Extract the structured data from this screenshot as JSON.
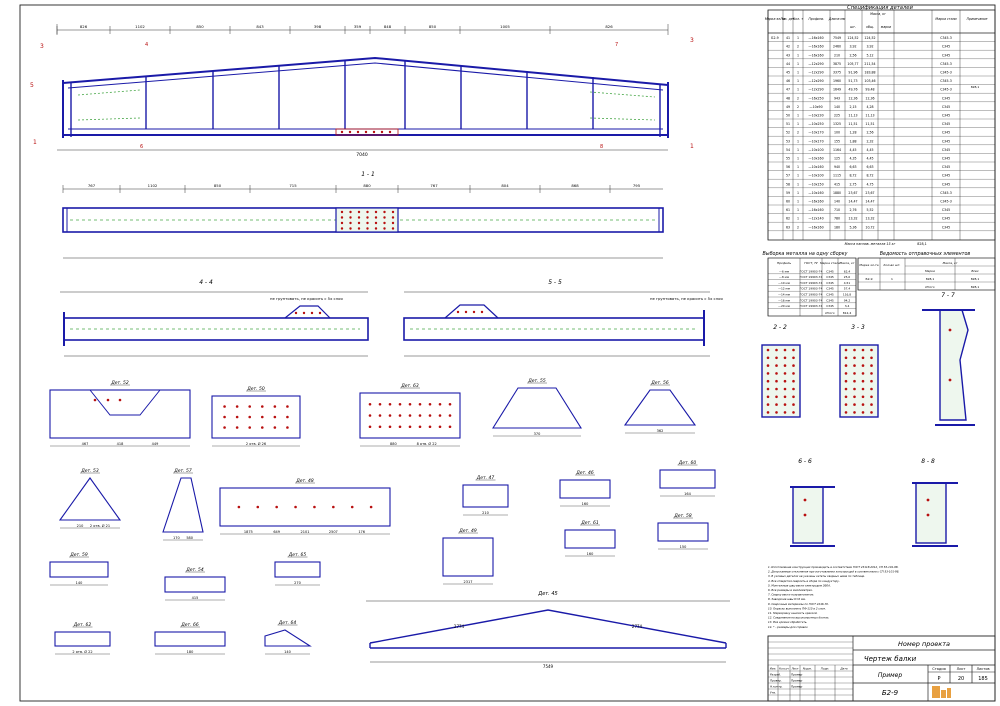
{
  "title_block": {
    "project": "Номер проекта",
    "drawing_name": "Чертеж балки",
    "example": "Пример",
    "mark": "Б2-9",
    "stage_label": "Стадия",
    "sheet_label": "Лист",
    "sheets_label": "Листов",
    "stage": "Р",
    "sheet": "20",
    "sheets": "185",
    "rows": [
      "Разраб.",
      "Провер.",
      "Н.контр.",
      "Утв."
    ],
    "cols": [
      "Изм.",
      "Кол.уч",
      "Лист",
      "№док.",
      "Подп.",
      "Дата"
    ],
    "row_tags": [
      "Пример",
      "Пример",
      "Пример",
      ""
    ]
  },
  "spec": {
    "title": "Спецификация деталей",
    "headers": [
      "Марка эл-та",
      "Поз. дет.",
      "Кол. т",
      "Профиль",
      "Длина мм",
      "Масса, кг",
      "шт.",
      "общ.",
      "марки",
      "Марка стали",
      "Примечание"
    ],
    "rows": [
      [
        "Б2-9",
        "41",
        "1",
        "—16х160",
        "7549",
        "124,52",
        "124,52",
        "",
        "С345-3"
      ],
      [
        "",
        "42",
        "2",
        "—16х160",
        "2460",
        "3,92",
        "3,92",
        "",
        "С345"
      ],
      [
        "",
        "43",
        "1",
        "—16х160",
        "210",
        "2,56",
        "5,12",
        "",
        "С345"
      ],
      [
        "",
        "44",
        "1",
        "—12х290",
        "3875",
        "105,77",
        "211,54",
        "",
        "С345-3"
      ],
      [
        "",
        "45",
        "1",
        "—12х290",
        "3375",
        "91,96",
        "183,88",
        "",
        "С345-3"
      ],
      [
        "",
        "46",
        "1",
        "—12х290",
        "1960",
        "51,73",
        "103,46",
        "",
        "С345-3"
      ],
      [
        "",
        "47",
        "1",
        "—12х290",
        "1649",
        "49,76",
        "99,48",
        "",
        "С345-3"
      ],
      [
        "",
        "48",
        "2",
        "—16х250",
        "943",
        "12,36",
        "12,36",
        "",
        "С345"
      ],
      [
        "",
        "49",
        "2",
        "—10х90",
        "140",
        "2,15",
        "4,28",
        "",
        "С345"
      ],
      [
        "",
        "50",
        "1",
        "—10х230",
        "225",
        "11,13",
        "11,13",
        "",
        "С345"
      ],
      [
        "",
        "51",
        "1",
        "—10х250",
        "1325",
        "11,51",
        "11,51",
        "",
        "С345"
      ],
      [
        "",
        "52",
        "2",
        "—10х170",
        "100",
        "1,28",
        "2,56",
        "",
        "С345"
      ],
      [
        "",
        "53",
        "1",
        "—10х170",
        "155",
        "1,88",
        "2,32",
        "",
        "С345"
      ],
      [
        "",
        "54",
        "1",
        "—10х100",
        "1164",
        "4,45",
        "4,45",
        "",
        "С345"
      ],
      [
        "",
        "55",
        "1",
        "—10х160",
        "125",
        "4,35",
        "4,45",
        "",
        "С345"
      ],
      [
        "",
        "56",
        "1",
        "—10х160",
        "940",
        "6,63",
        "6,63",
        "",
        "С345"
      ],
      [
        "",
        "57",
        "1",
        "—10х100",
        "1115",
        "8,72",
        "8,72",
        "",
        "С345"
      ],
      [
        "",
        "58",
        "1",
        "—10х150",
        "415",
        "2,75",
        "4,75",
        "",
        "С345"
      ],
      [
        "",
        "59",
        "1",
        "—10х160",
        "1880",
        "23,67",
        "23,67",
        "",
        "С345-3"
      ],
      [
        "",
        "60",
        "1",
        "—16х160",
        "140",
        "14,47",
        "14,47",
        "",
        "С345-3"
      ],
      [
        "",
        "61",
        "1",
        "—16х160",
        "710",
        "2,76",
        "5,52",
        "",
        "С345"
      ],
      [
        "",
        "62",
        "1",
        "—12х140",
        "780",
        "13,32",
        "13,32",
        "",
        "С345"
      ],
      [
        "",
        "63",
        "2",
        "—16х160",
        "180",
        "5,36",
        "10,72",
        "",
        "С345"
      ]
    ],
    "note_right": "828,1",
    "footer": "Масса наплав. металла 15 кг",
    "footer_value": "828,1"
  },
  "weld_table": {
    "title": "Выборка металла на одну сборку",
    "headers": [
      "Профиль",
      "ГОСТ, ТУ",
      "Марка стали",
      "Масса, кг"
    ],
    "rows": [
      [
        "—6 мм",
        "ГОСТ 19903-74",
        "С345",
        "62,4"
      ],
      [
        "—8 мм",
        "ГОСТ 19903-74",
        "С345",
        "25,0"
      ],
      [
        "—10 мм",
        "ГОСТ 19903-74",
        "С345",
        "4,51"
      ],
      [
        "—12 мм",
        "ГОСТ 19903-74",
        "С345",
        "57,4"
      ],
      [
        "—14 мм",
        "ГОСТ 19903-74",
        "С345",
        "116,8"
      ],
      [
        "—16 мм",
        "ГОСТ 19903-74",
        "С345",
        "94,2"
      ],
      [
        "—20 мм",
        "ГОСТ 19903-74",
        "С345",
        "3,4"
      ]
    ],
    "total_label": "Итого",
    "total": "812,4"
  },
  "shipping": {
    "title": "Ведомость отправочных элементов",
    "headers": [
      "Марка эл-та",
      "Кол-во шт.",
      "Масса, кг",
      "Марки",
      "Всех"
    ],
    "rows": [
      [
        "Б2-9",
        "1",
        "828,1",
        "828,1"
      ]
    ],
    "total_label": "Итого",
    "total": "828,1"
  },
  "views": {
    "section_1_1": "1 - 1",
    "section_2_2": "2 - 2",
    "section_3_3": "3 - 3",
    "section_4_4": "4 - 4",
    "section_5_5": "5 - 5",
    "section_6_6": "6 - 6",
    "section_7_7": "7 - 7",
    "section_8_8": "8 - 8",
    "weld_note": "не грунтовать, не красить с 5х слоя",
    "main_span": "7040",
    "top_dims": [
      "826",
      "1102",
      "850",
      "843",
      "398",
      "359",
      "848",
      "850",
      "1005",
      "826"
    ],
    "elev_dims": [
      "767",
      "1102",
      "850",
      "715",
      "880",
      "767",
      "804",
      "868",
      "795"
    ]
  },
  "details": [
    {
      "label": "Дет. 52",
      "dims": [
        "467",
        "418",
        "449"
      ]
    },
    {
      "label": "Дет. 50",
      "dims": [
        "2 отв. Ø 26"
      ]
    },
    {
      "label": "Дет. 63",
      "dims": [
        "880",
        "8 отв. Ø 22"
      ]
    },
    {
      "label": "Дет. 55",
      "dims": [
        "370"
      ]
    },
    {
      "label": "Дет. 56",
      "dims": [
        "362"
      ]
    },
    {
      "label": "Дет. 53",
      "dims": [
        "210",
        "2 отв. Ø 21"
      ]
    },
    {
      "label": "Дет. 57",
      "dims": [
        "170",
        "580"
      ]
    },
    {
      "label": "Дет. 48",
      "dims": [
        "1875",
        "649",
        "2101",
        "2507",
        "176"
      ]
    },
    {
      "label": "Дет. 47",
      "dims": [
        "210"
      ]
    },
    {
      "label": "Дет. 46",
      "dims": [
        "160"
      ]
    },
    {
      "label": "Дет. 60",
      "dims": [
        "164"
      ]
    },
    {
      "label": "Дет. 58",
      "dims": [
        "150"
      ]
    },
    {
      "label": "Дет. 61",
      "dims": [
        "160"
      ]
    },
    {
      "label": "Дет. 49",
      "dims": [
        "2317"
      ]
    },
    {
      "label": "Дет. 59",
      "dims": [
        "140"
      ]
    },
    {
      "label": "Дет. 54",
      "dims": [
        "415"
      ]
    },
    {
      "label": "Дет. 62",
      "dims": [
        "2 отв. Ø 22"
      ]
    },
    {
      "label": "Дет. 65",
      "dims": [
        "270"
      ]
    },
    {
      "label": "Дет. 66",
      "dims": [
        "180"
      ]
    },
    {
      "label": "Дет. 64",
      "dims": [
        "140"
      ]
    },
    {
      "label": "Дет. 45",
      "dims": [
        "7549",
        "2256",
        "2774",
        "2774",
        "2256"
      ]
    }
  ],
  "notes": [
    "1. Изготовление конструкции производить в соответствии ГОСТ 23118-2012, СП 53-101-98.",
    "2. Допускаемые отклонения при изготовлении конструкций в соответствии с СП 53-101-98.",
    "3. В узловых деталях не указаны катеты сварных швов по таблице.",
    "4. Все отверстия сверлить в сборе по кондуктору.",
    "5. Монтажные швы вести электродом Э50А.",
    "6. Все размеры в миллиметрах.",
    "7. Сварку вести полуавтоматом.",
    "8. Заводские швы К=6 мм.",
    "9. Сварочные материалы по ГОСТ 2246-70.",
    "10. Окраску выполнить ПФ-115 в 2 слоя.",
    "11. Маркировку наносить краской.",
    "12. Соединения на высокопрочных болтах.",
    "13. Все кромки обработать.",
    "14. * - размеры для справок"
  ],
  "colors": {
    "line": "#1a1aa8",
    "dim": "#222222",
    "hatch": "#4aa84a",
    "bolt": "#b81010",
    "paper": "#ffffff"
  }
}
